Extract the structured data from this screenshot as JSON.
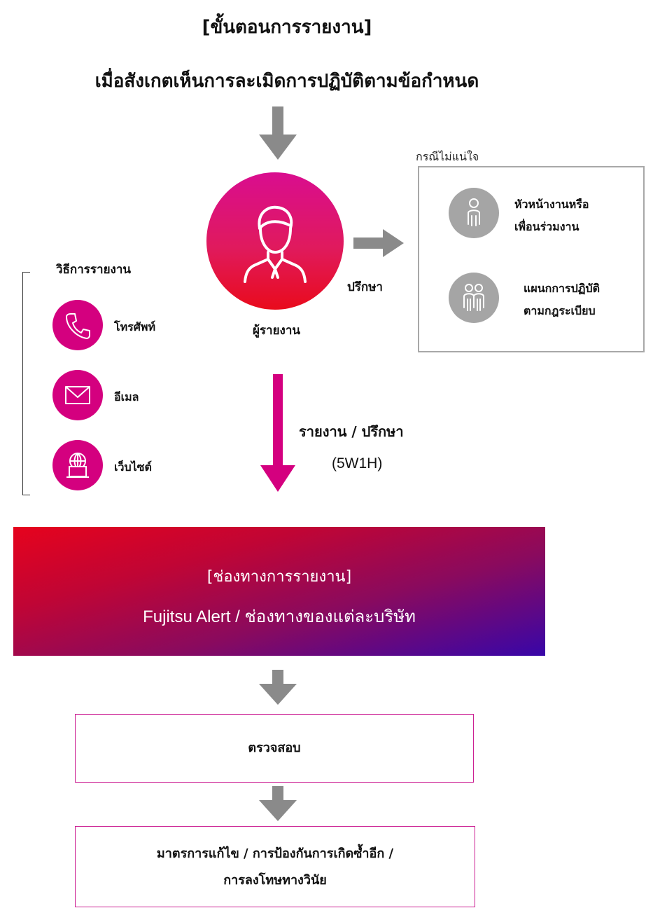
{
  "title": "[ขั้นตอนการรายงาน]",
  "trigger": "เมื่อสังเกตเห็นการละเมิดการปฏิบัติตามข้อกำหนด",
  "reporter": {
    "label": "ผู้รายงาน",
    "icon": "person-icon"
  },
  "consult": {
    "label": "ปรึกษา"
  },
  "uncertain": {
    "label": "กรณีไม่แน่ใจ",
    "options": [
      {
        "line1": "หัวหน้างานหรือ",
        "line2": "เพื่อนร่วมงาน",
        "icon": "person-outline-icon"
      },
      {
        "line1": "แผนกการปฏิบัติ",
        "line2": "ตามกฎระเบียบ",
        "icon": "group-outline-icon"
      }
    ]
  },
  "methods": {
    "title": "วิธีการรายงาน",
    "items": [
      {
        "label": "โทรศัพท์",
        "icon": "phone-icon"
      },
      {
        "label": "อีเมล",
        "icon": "mail-icon"
      },
      {
        "label": "เว็บไซต์",
        "icon": "web-icon"
      }
    ]
  },
  "report_arrow": {
    "label": "รายงาน / ปรึกษา",
    "sub": "(5W1H)"
  },
  "channel": {
    "title": "[ช่องทางการรายงาน]",
    "subtitle": "Fujitsu Alert / ช่องทางของแต่ละบริษัท"
  },
  "steps": {
    "check": "ตรวจสอบ",
    "measures_line1": "มาตรการแก้ไข / การป้องกันการเกิดซ้ำอีก /",
    "measures_line2": "การลงโทษทางวินัย"
  },
  "colors": {
    "gray_arrow": "#8a8a8a",
    "magenta": "#d4007f",
    "red": "#e6031d",
    "purple": "#3806a8",
    "option_gray": "#a5a5a5"
  }
}
